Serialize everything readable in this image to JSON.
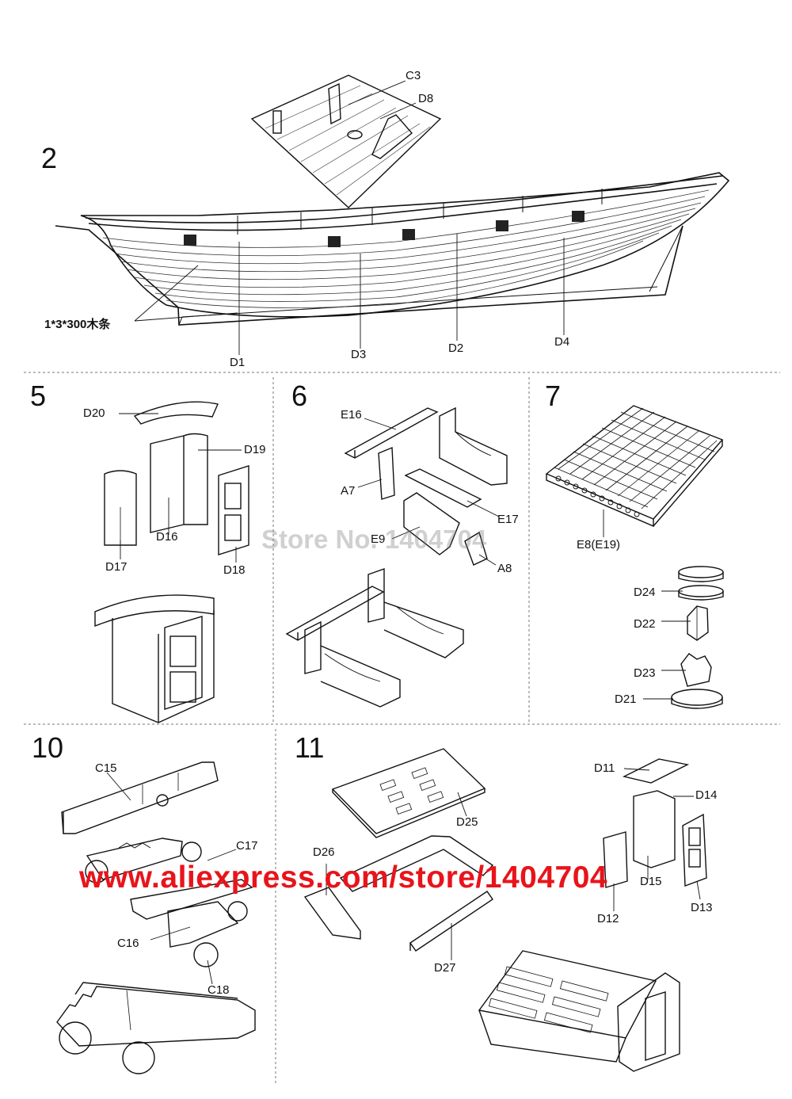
{
  "colors": {
    "ink": "#111111",
    "watermark_url": "#e8141b",
    "watermark_store": "#9a9a9a"
  },
  "steps": {
    "s2": "2",
    "s5": "5",
    "s6": "6",
    "s7": "7",
    "s10": "10",
    "s11": "11"
  },
  "step2": {
    "c3": "C3",
    "d8": "D8",
    "strip": "1*3*300木条",
    "d1": "D1",
    "d3": "D3",
    "d2": "D2",
    "d4": "D4"
  },
  "step5": {
    "d20": "D20",
    "d19": "D19",
    "d16": "D16",
    "d17": "D17",
    "d18": "D18"
  },
  "step6": {
    "e16": "E16",
    "a7": "A7",
    "e17": "E17",
    "e9": "E9",
    "a8": "A8"
  },
  "step7": {
    "e8": "E8(E19)",
    "d24": "D24",
    "d22": "D22",
    "d23": "D23",
    "d21": "D21"
  },
  "step10": {
    "c15": "C15",
    "c17": "C17",
    "c16": "C16",
    "c18": "C18"
  },
  "step11": {
    "d25": "D25",
    "d26": "D26",
    "d27": "D27",
    "d11": "D11",
    "d14": "D14",
    "d15": "D15",
    "d12": "D12",
    "d13": "D13"
  },
  "watermarks": {
    "store": "Store No. 1404704",
    "url": "www.aliexpress.com/store/1404704"
  }
}
